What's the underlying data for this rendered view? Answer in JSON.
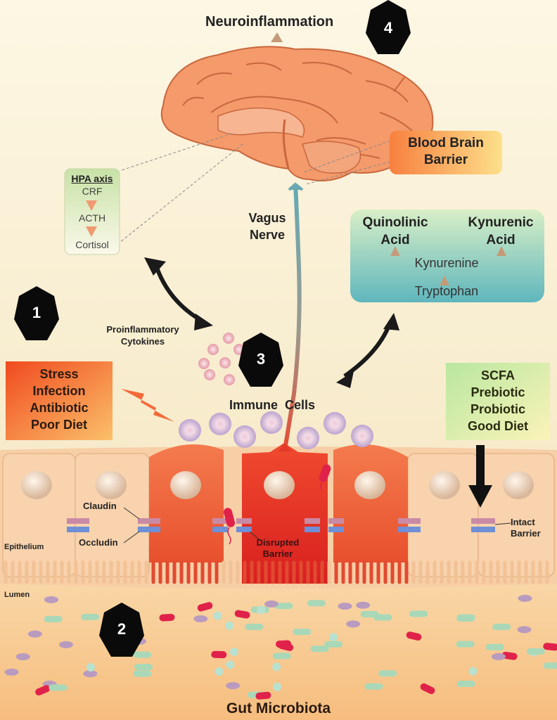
{
  "title": "Neuroinflammation",
  "bbb": [
    "Blood Brain",
    "Barrier"
  ],
  "hpa": {
    "heading": "HPA axis",
    "items": [
      "CRF",
      "ACTH",
      "Cortisol"
    ]
  },
  "vagus": [
    "Vagus",
    "Nerve"
  ],
  "kynurenine_pathway": {
    "quinolinic": [
      "Quinolinic",
      "Acid"
    ],
    "kynurenic": [
      "Kynurenic",
      "Acid"
    ],
    "kynurenine": "Kynurenine",
    "tryptophan": "Tryptophan"
  },
  "cytokines": [
    "Proinflammatory",
    "Cytokines"
  ],
  "immune_cells": "Immune  Cells",
  "stress_box": [
    "Stress",
    "Infection",
    "Antibiotic",
    "Poor Diet"
  ],
  "scfa_box": [
    "SCFA",
    "Prebiotic",
    "Probiotic",
    "Good Diet"
  ],
  "labels": {
    "claudin": "Claudin",
    "occludin": "Occludin",
    "epithelium": "Epithelium",
    "disrupted": [
      "Disrupted",
      "Barrier"
    ],
    "intact": [
      "Intact",
      "Barrier"
    ],
    "lumen": "Lumen",
    "gut": "Gut Microbiota"
  },
  "steps": [
    "1",
    "2",
    "3",
    "4"
  ],
  "colors": {
    "background": "#f6eccc",
    "epithelium": "#f7cfa6",
    "lumen": "#f8c58a",
    "disrupted_cell": "#e53a2a",
    "inflamed_cell": "#ef6a45",
    "brain": "#f49a6b",
    "vagus_nerve": "#6aa8b3",
    "claudin": "#c98aa6",
    "occludin": "#6f8fd6",
    "marker": "#111111"
  }
}
